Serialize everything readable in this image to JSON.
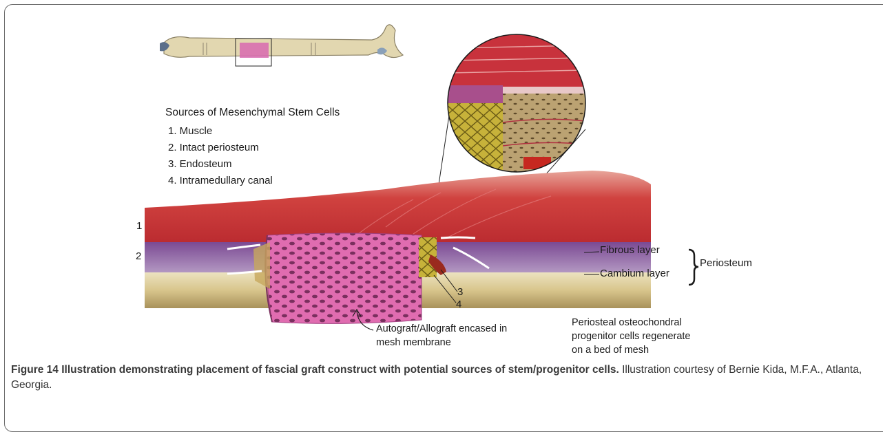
{
  "sources": {
    "title": "Sources of Mesenchymal Stem Cells",
    "items": [
      "1. Muscle",
      "2. Intact periosteum",
      "3. Endosteum",
      "4. Intramedullary canal"
    ]
  },
  "markers": {
    "m1": "1",
    "m2": "2",
    "m3": "3",
    "m4": "4"
  },
  "layers": {
    "fibrous": "Fibrous layer",
    "cambium": "Cambium layer",
    "periosteum": "Periosteum"
  },
  "autograft": {
    "line1": "Autograft/Allograft encased in",
    "line2": "mesh membrane"
  },
  "periosteal": {
    "line1": "Periosteal osteochondral",
    "line2": "progenitor cells regenerate",
    "line3": "on a bed of mesh"
  },
  "caption": {
    "label": "Figure 14 Illustration demonstrating placement of fascial graft construct with potential sources of stem/progenitor cells.",
    "text": " Illustration courtesy of Bernie Kida, M.F.A., Atlanta, Georgia."
  },
  "colors": {
    "muscle": "#c8323c",
    "periosteum": "#8a5a9e",
    "bone": "#d9c58f",
    "mesh": "#d85aa6",
    "frame": "#6a6a6a"
  }
}
